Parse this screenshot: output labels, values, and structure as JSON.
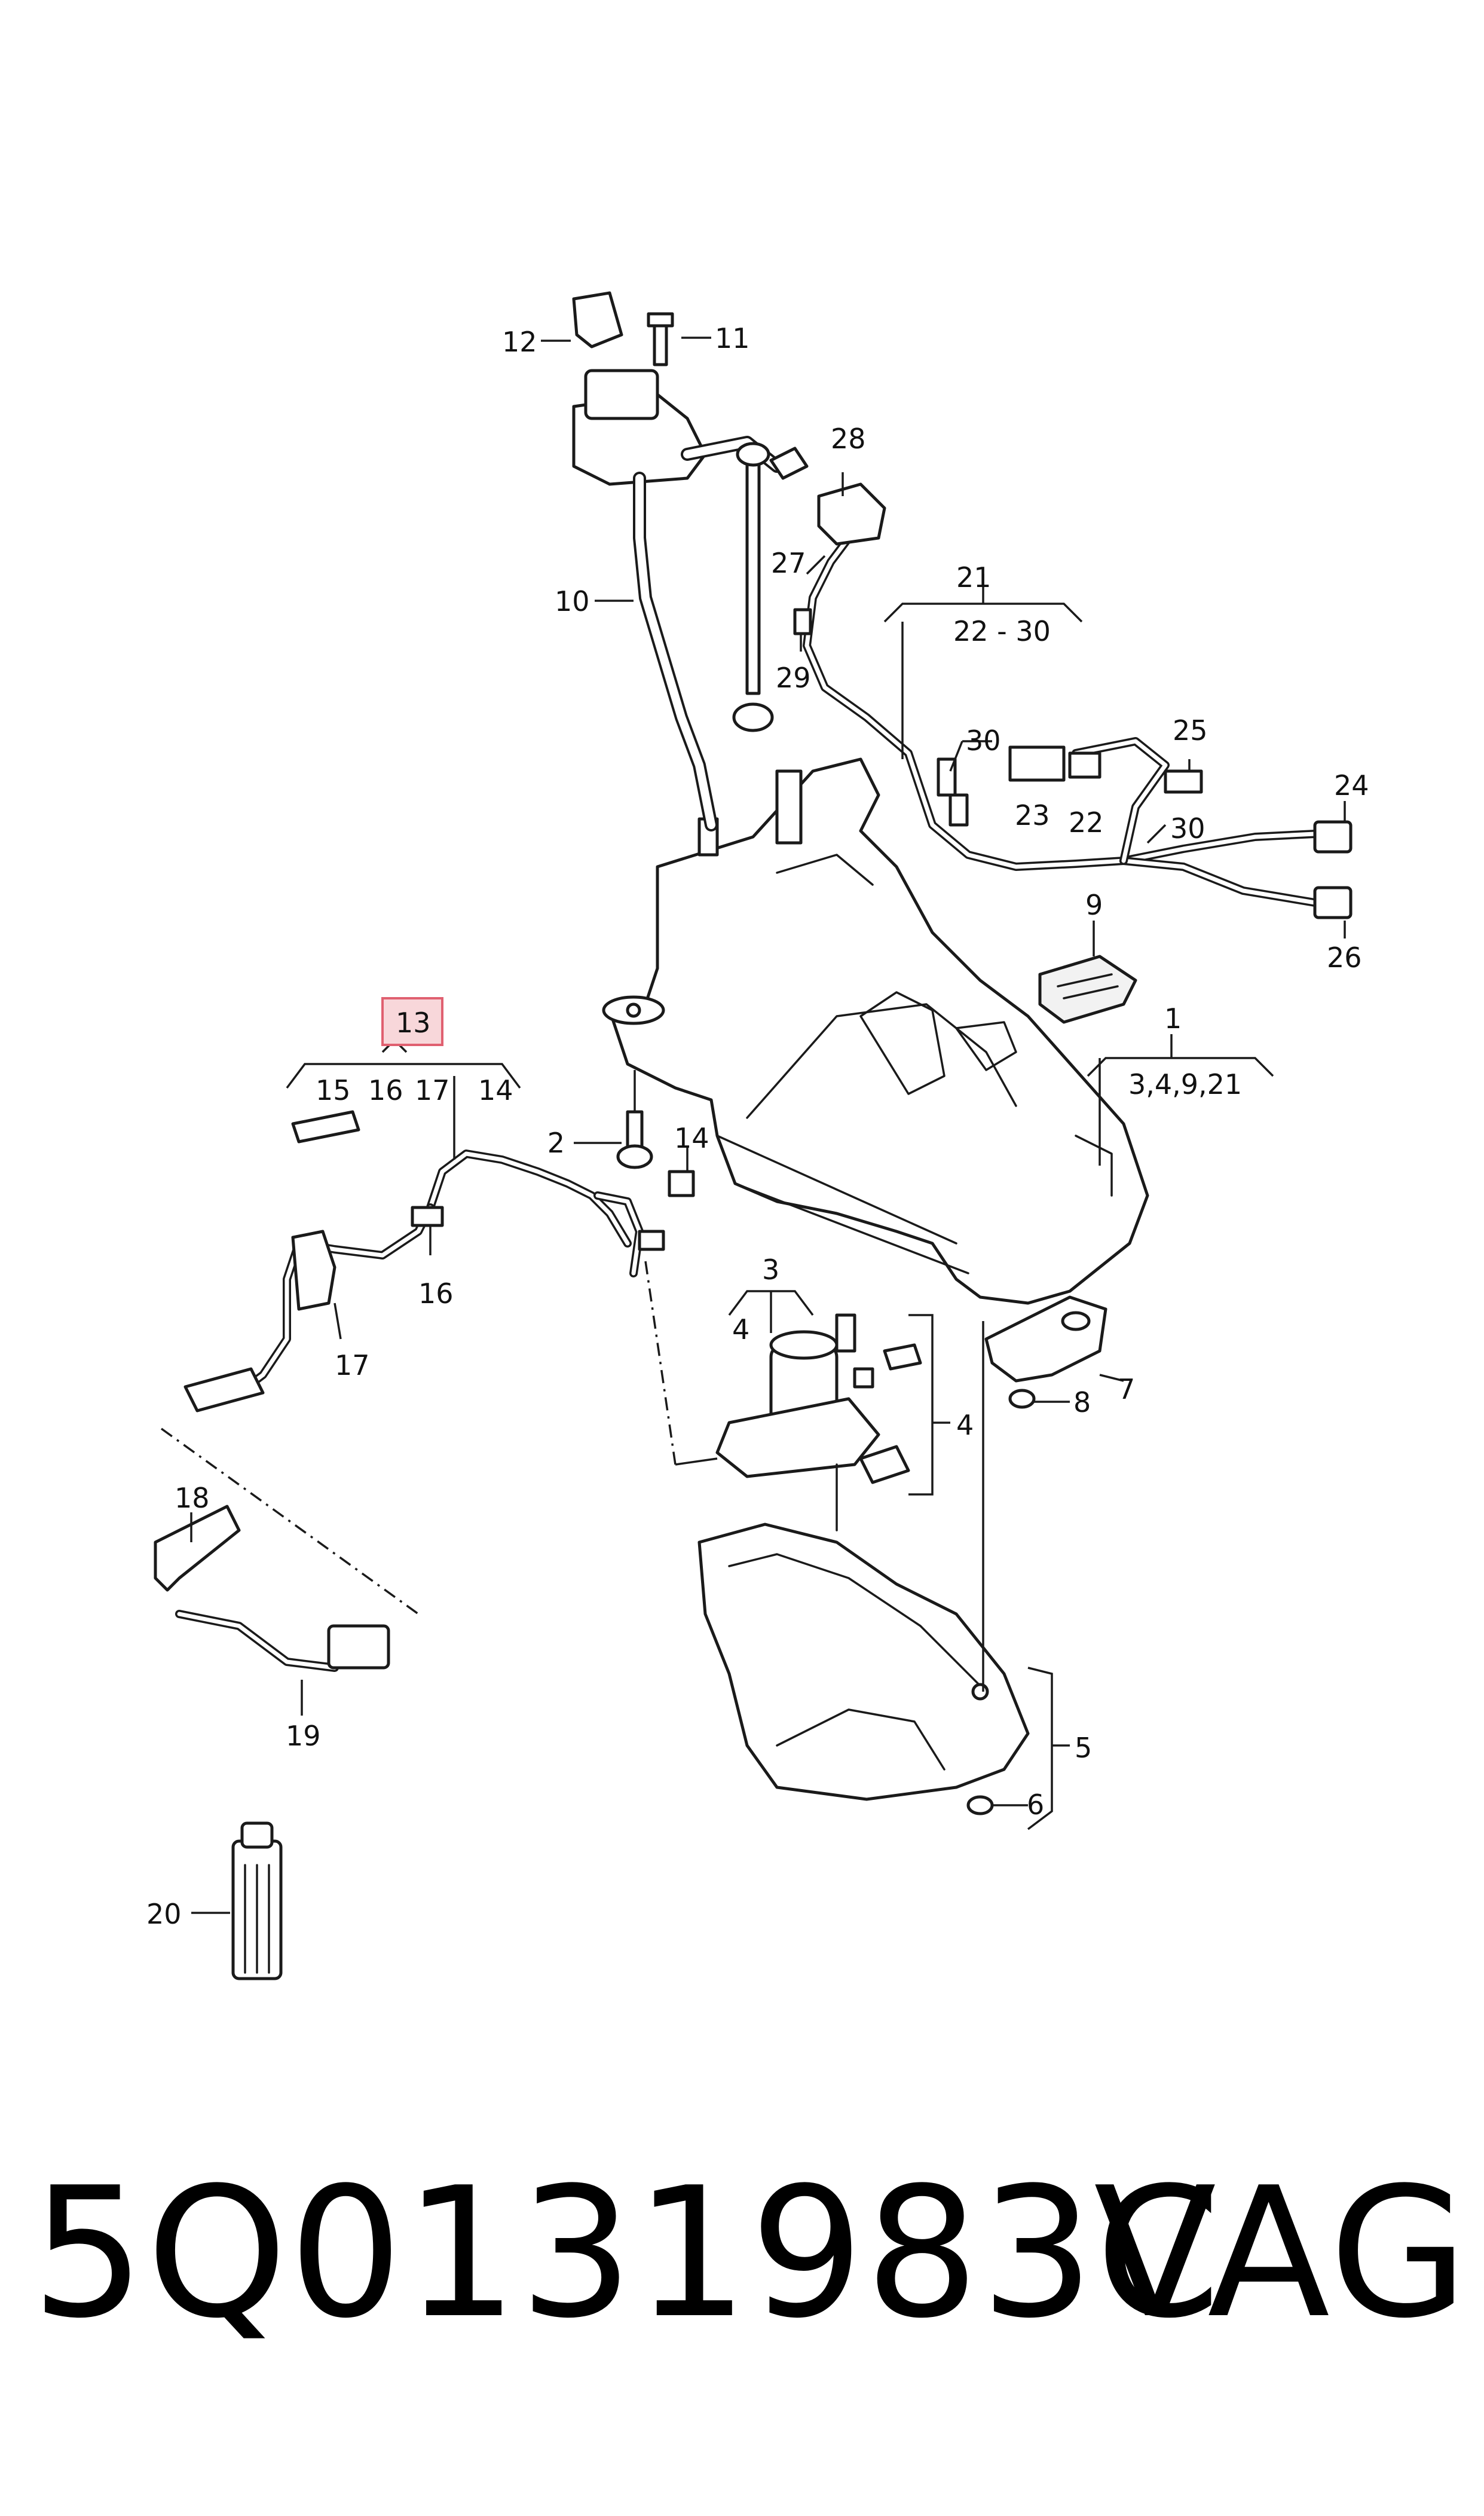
{
  "callouts": {
    "c1": "1",
    "c1_sub": "3,4,9,21",
    "c2": "2",
    "c3": "3",
    "c4_top": "4",
    "c4_right": "4",
    "c5": "5",
    "c6": "6",
    "c7": "7",
    "c8": "8",
    "c9": "9",
    "c10": "10",
    "c11": "11",
    "c12": "12",
    "c13": "13",
    "c13_sub_15": "15",
    "c13_sub_16": "16",
    "c13_sub_17": "17",
    "c13_sub_14": "14",
    "c14": "14",
    "c16": "16",
    "c17": "17",
    "c18": "18",
    "c19": "19",
    "c20": "20",
    "c21": "21",
    "c21_sub": "22 - 30",
    "c22": "22",
    "c23": "23",
    "c24": "24",
    "c25": "25",
    "c26": "26",
    "c27": "27",
    "c28": "28",
    "c29": "29",
    "c30_top": "30",
    "c30_bottom": "30"
  },
  "highlighted_callout": "13",
  "highlight_color": "#f8d7da",
  "footer": {
    "part_number": "5Q0131983C",
    "brand": "VAG"
  }
}
